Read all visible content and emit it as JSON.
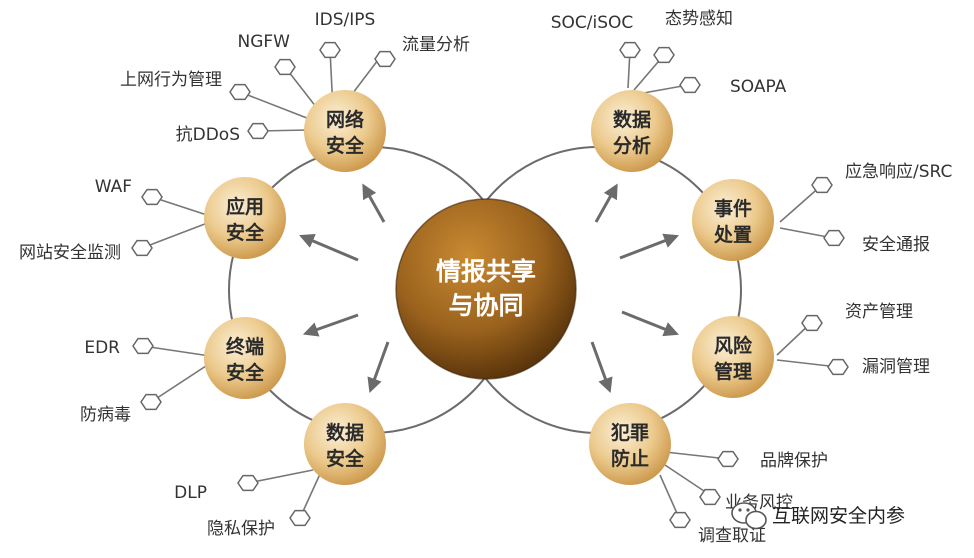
{
  "center": {
    "line1": "情报共享",
    "line2": "与协同"
  },
  "nodes": {
    "network_security": {
      "line1": "网络",
      "line2": "安全"
    },
    "app_security": {
      "line1": "应用",
      "line2": "安全"
    },
    "endpoint_security": {
      "line1": "终端",
      "line2": "安全"
    },
    "data_security": {
      "line1": "数据",
      "line2": "安全"
    },
    "data_analysis": {
      "line1": "数据",
      "line2": "分析"
    },
    "event_handling": {
      "line1": "事件",
      "line2": "处置"
    },
    "risk_management": {
      "line1": "风险",
      "line2": "管理"
    },
    "crime_prevention": {
      "line1": "犯罪",
      "line2": "防止"
    }
  },
  "labels": {
    "ids_ips": "IDS/IPS",
    "ngfw": "NGFW",
    "traffic_analysis": "流量分析",
    "behavior_mgmt": "上网行为管理",
    "anti_ddos": "抗DDoS",
    "waf": "WAF",
    "site_monitor": "网站安全监测",
    "edr": "EDR",
    "antivirus": "防病毒",
    "dlp": "DLP",
    "privacy": "隐私保护",
    "soc": "SOC/iSOC",
    "situation": "态势感知",
    "soapa": "SOAPA",
    "emergency": "应急响应/SRC",
    "bulletin": "安全通报",
    "asset_mgmt": "资产管理",
    "vuln_mgmt": "漏洞管理",
    "brand_protect": "品牌保护",
    "biz_risk": "业务风控",
    "forensics": "调查取证"
  },
  "watermark": "互联网安全内参",
  "colors": {
    "node_gold": "#e2b875",
    "center_brown": "#8a5418",
    "line_gray": "#6b6b6b",
    "hex_fill": "#ffffff"
  },
  "icons": {
    "watermark_icon": "wechat-icon"
  }
}
